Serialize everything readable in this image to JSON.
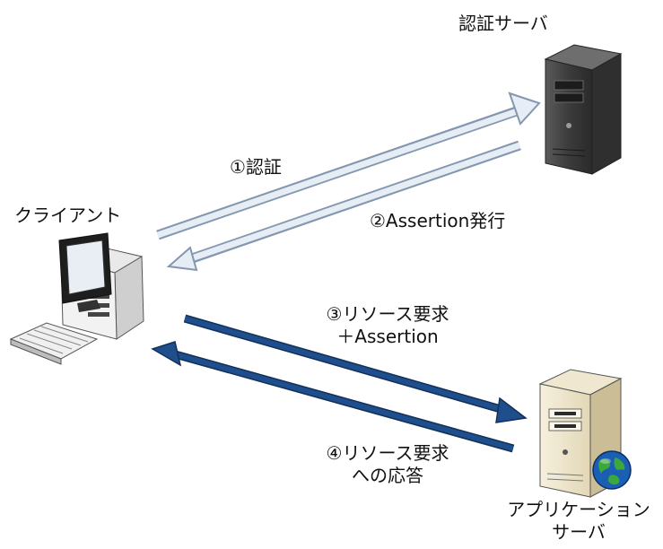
{
  "nodes": {
    "auth_server": {
      "label": "認証サーバ"
    },
    "client": {
      "label": "クライアント"
    },
    "app_server": {
      "label_line1": "アプリケーション",
      "label_line2": "サーバ"
    }
  },
  "messages": {
    "step1": {
      "text": "①認証"
    },
    "step2": {
      "text": "②Assertion発行"
    },
    "step3": {
      "line1": "③リソース要求",
      "line2": "＋Assertion"
    },
    "step4": {
      "line1": "④リソース要求",
      "line2": "への応答"
    }
  },
  "icons": [
    "server-tower-icon",
    "desktop-computer-icon",
    "application-server-icon",
    "globe-icon"
  ],
  "colors": {
    "light_arrow_fill": "#e6edf5",
    "light_arrow_stroke": "#8497b0",
    "dark_arrow_fill": "#1f4e8c",
    "dark_arrow_stroke": "#12305a"
  }
}
